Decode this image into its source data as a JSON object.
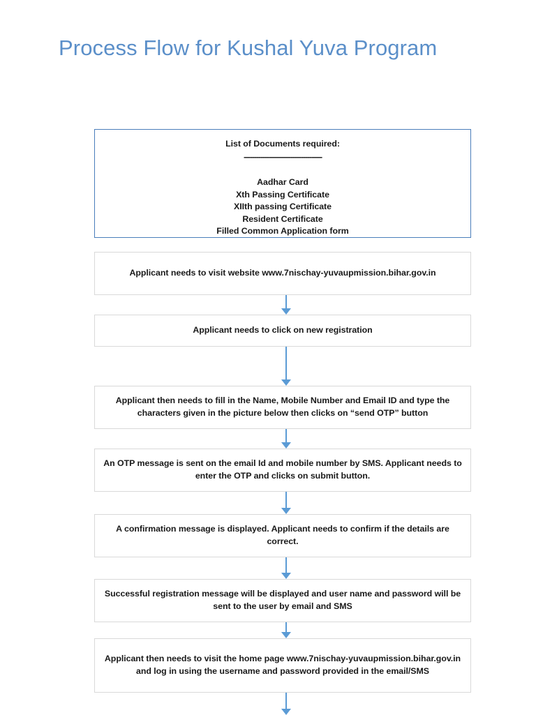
{
  "page": {
    "title": "Process Flow for Kushal Yuva Program",
    "title_color": "#5B8FC9",
    "background_color": "#ffffff",
    "accent_color": "#5B9BD5",
    "primary_border_color": "#4A7EBB",
    "step_border_color": "#D9D9D9"
  },
  "documents_box": {
    "heading": "List of Documents required:",
    "rule": "-------------------------------------",
    "items": [
      "Aadhar Card",
      "Xth Passing Certificate",
      "XIIth passing Certificate",
      "Resident Certificate",
      "Filled Common Application form"
    ]
  },
  "steps": [
    {
      "text": "Applicant needs to visit website www.7nischay-yuvaupmission.bihar.gov.in"
    },
    {
      "text": "Applicant needs to click on new registration"
    },
    {
      "text": "Applicant then needs to fill in the Name, Mobile Number and Email ID and type the characters given in the picture below then clicks on “send OTP” button"
    },
    {
      "text": "An OTP message is sent on the email Id and mobile number by SMS. Applicant needs to enter the OTP and clicks on submit button."
    },
    {
      "text": "A confirmation message is displayed. Applicant needs to confirm if the details are correct."
    },
    {
      "text": "Successful registration message will be displayed and user name and password will be sent to the user by email and SMS"
    },
    {
      "text": "Applicant then needs to visit the home page www.7nischay-yuvaupmission.bihar.gov.in and log in using the username and password provided in the email/SMS"
    }
  ]
}
